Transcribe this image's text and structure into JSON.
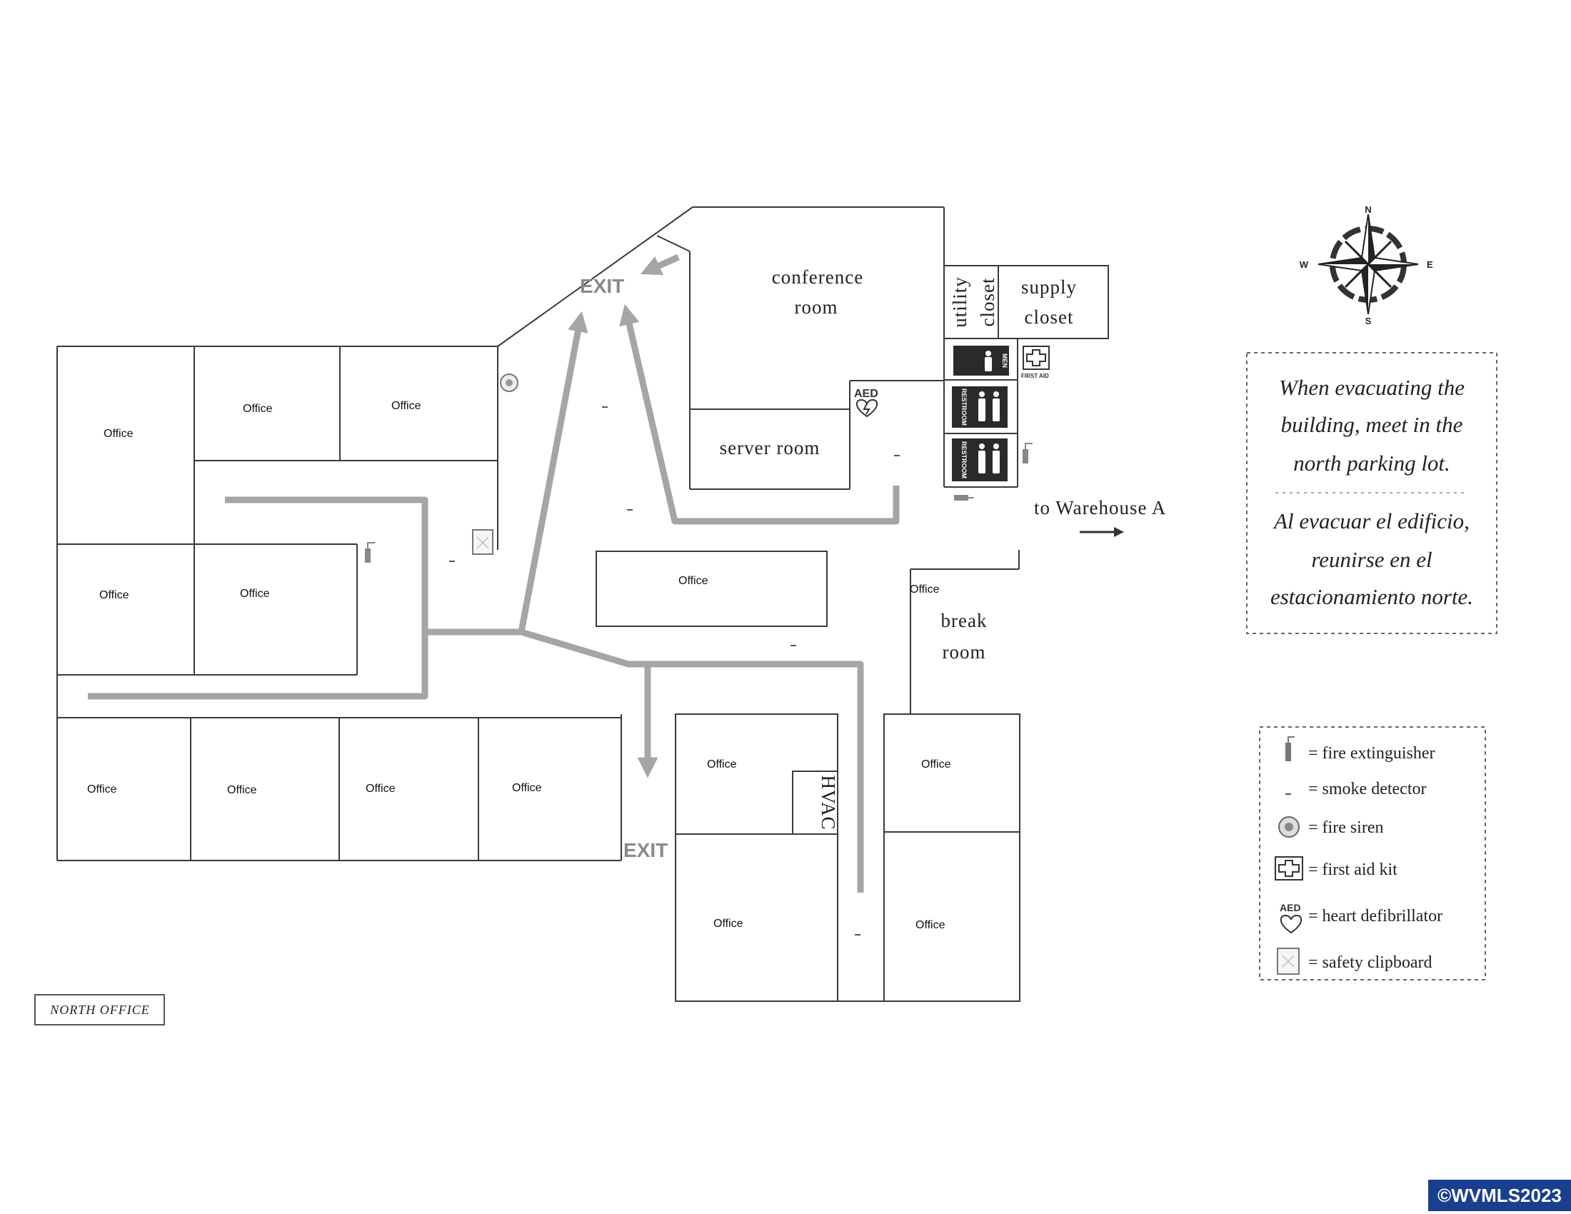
{
  "rooms": {
    "office": "Office",
    "conference": [
      "conference",
      "room"
    ],
    "server": "server room",
    "utility": [
      "utility",
      "closet"
    ],
    "supply": [
      "supply",
      "closet"
    ],
    "break": [
      "break",
      "room"
    ],
    "hvac": "HVAC"
  },
  "exit_label": "EXIT",
  "to_warehouse": "to Warehouse A",
  "sign_text": {
    "first_aid": "FIRST AID",
    "aed": "AED",
    "men": "MEN",
    "restroom": "RESTROOM"
  },
  "compass": {
    "n": "N",
    "s": "S",
    "e": "E",
    "w": "W"
  },
  "note": {
    "english": [
      "When evacuating the",
      "building, meet in the",
      "north parking lot."
    ],
    "spanish": [
      "Al evacuar el edificio,",
      "reunirse en el",
      "estacionamiento norte."
    ]
  },
  "legend": [
    {
      "icon": "fire-extinguisher-icon",
      "label": "= fire extinguisher"
    },
    {
      "icon": "smoke-detector-icon",
      "label": "= smoke detector"
    },
    {
      "icon": "fire-siren-icon",
      "label": "= fire siren"
    },
    {
      "icon": "first-aid-kit-icon",
      "label": "= first aid kit"
    },
    {
      "icon": "heart-defibrillator-icon",
      "label": "= heart defibrillator"
    },
    {
      "icon": "safety-clipboard-icon",
      "label": "= safety clipboard"
    }
  ],
  "building_label": "NORTH OFFICE",
  "watermark": "©WVMLS2023",
  "colors": {
    "walls": "#3a3a3a",
    "route": "#a5a5a5",
    "exit": "#8a8a8a",
    "watermark_bg": "#1a3f8f"
  }
}
